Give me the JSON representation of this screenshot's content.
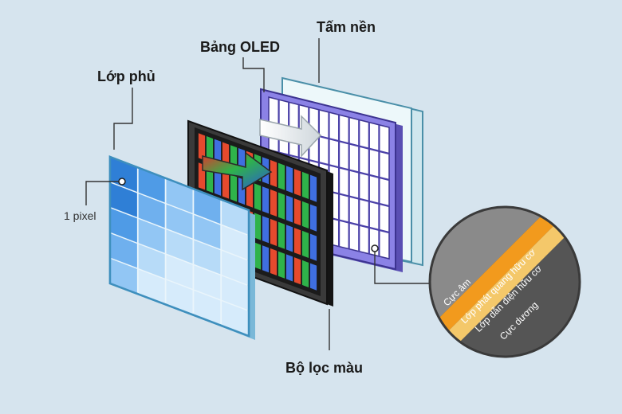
{
  "labels": {
    "coating": "Lớp phủ",
    "oled_panel": "Bảng OLED",
    "substrate": "Tấm nền",
    "color_filter": "Bộ lọc màu",
    "pixel": "1 pixel"
  },
  "layers": [
    {
      "label": "Cực âm",
      "color": "#8a8a8a"
    },
    {
      "label": "Lớp phát quang hữu cơ",
      "color": "#f29a1d"
    },
    {
      "label": "Lớp dẫn điện hữu cơ",
      "color": "#f4c86a"
    },
    {
      "label": "Cực dương",
      "color": "#555555"
    }
  ],
  "colors": {
    "background": "#d6e4ee",
    "oled_frame": "#7b6fd6",
    "filter_frame": "#2a2a2a",
    "coating_blue": "#4fa2e6",
    "substrate": "#e7f4f7"
  }
}
